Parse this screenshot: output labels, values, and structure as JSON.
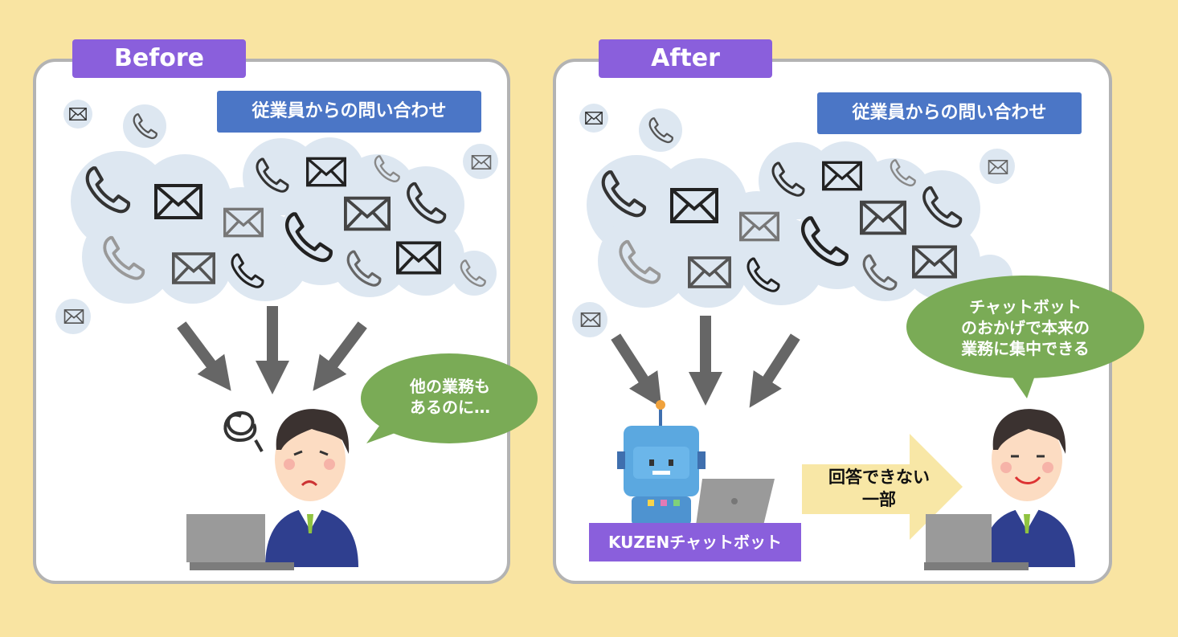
{
  "before": {
    "tab_label": "Before",
    "header": "従業員からの問い合わせ",
    "speech": "他の業務も\nあるのに…"
  },
  "after": {
    "tab_label": "After",
    "header": "従業員からの問い合わせ",
    "speech": "チャットボット\nのおかげで本来の\n業務に集中できる",
    "handoff_text": "回答できない\n一部",
    "bot_label": "KUZENチャットボット"
  },
  "colors": {
    "background": "#f9e4a2",
    "tab": "#8a5fdc",
    "header": "#4b76c6",
    "speech_bubble": "#7aab56",
    "cloud": "#dde7f1",
    "arrow": "#666666",
    "handoff_arrow": "#f8e7a6"
  }
}
